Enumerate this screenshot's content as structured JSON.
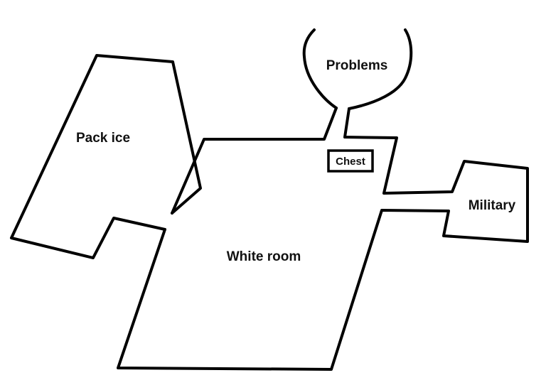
{
  "rooms": {
    "pack_ice": "Pack ice",
    "white_room": "White room",
    "problems": "Problems",
    "military": "Military"
  },
  "items": {
    "chest": "Chest"
  }
}
